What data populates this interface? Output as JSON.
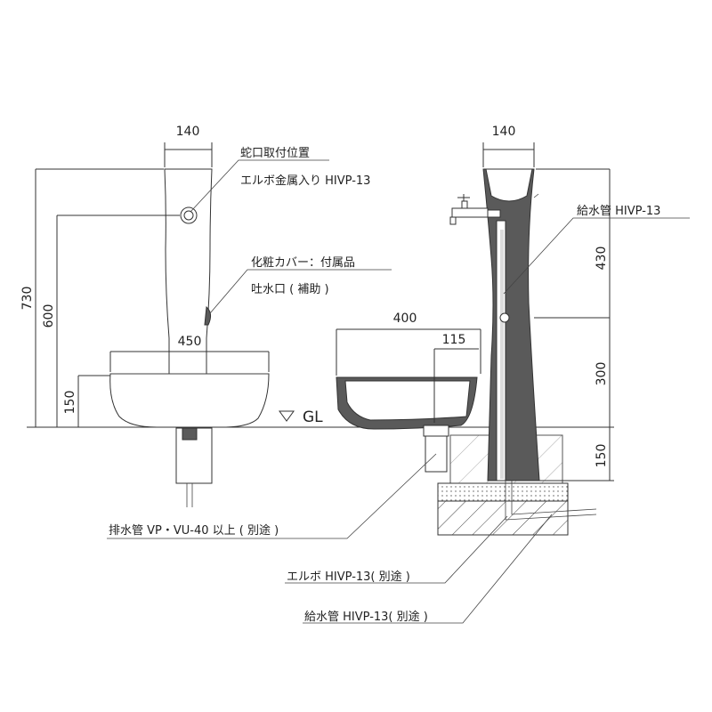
{
  "left_view": {
    "top_width": "140",
    "total_height": "730",
    "faucet_height": "600",
    "basin_width": "450",
    "basin_height": "150"
  },
  "right_view": {
    "top_width": "140",
    "upper_height": "430",
    "mid_height": "300",
    "lower_height": "150",
    "basin_width": "400",
    "drain_offset": "115"
  },
  "labels": {
    "faucet_position": "蛇口取付位置",
    "elbow_metal": "エルボ金属入り HIVP-13",
    "cosmetic_cover": "化粧カバー：付属品",
    "spout_aux": "吐水口 ( 補助 )",
    "supply_pipe": "給水管 HIVP-13",
    "ground_level": "GL",
    "drain_pipe": "排水管 VP・VU-40 以上 ( 別途 )",
    "elbow_separate": "エルボ HIVP-13( 別途 )",
    "supply_separate": "給水管 HIVP-13( 別途 )"
  }
}
